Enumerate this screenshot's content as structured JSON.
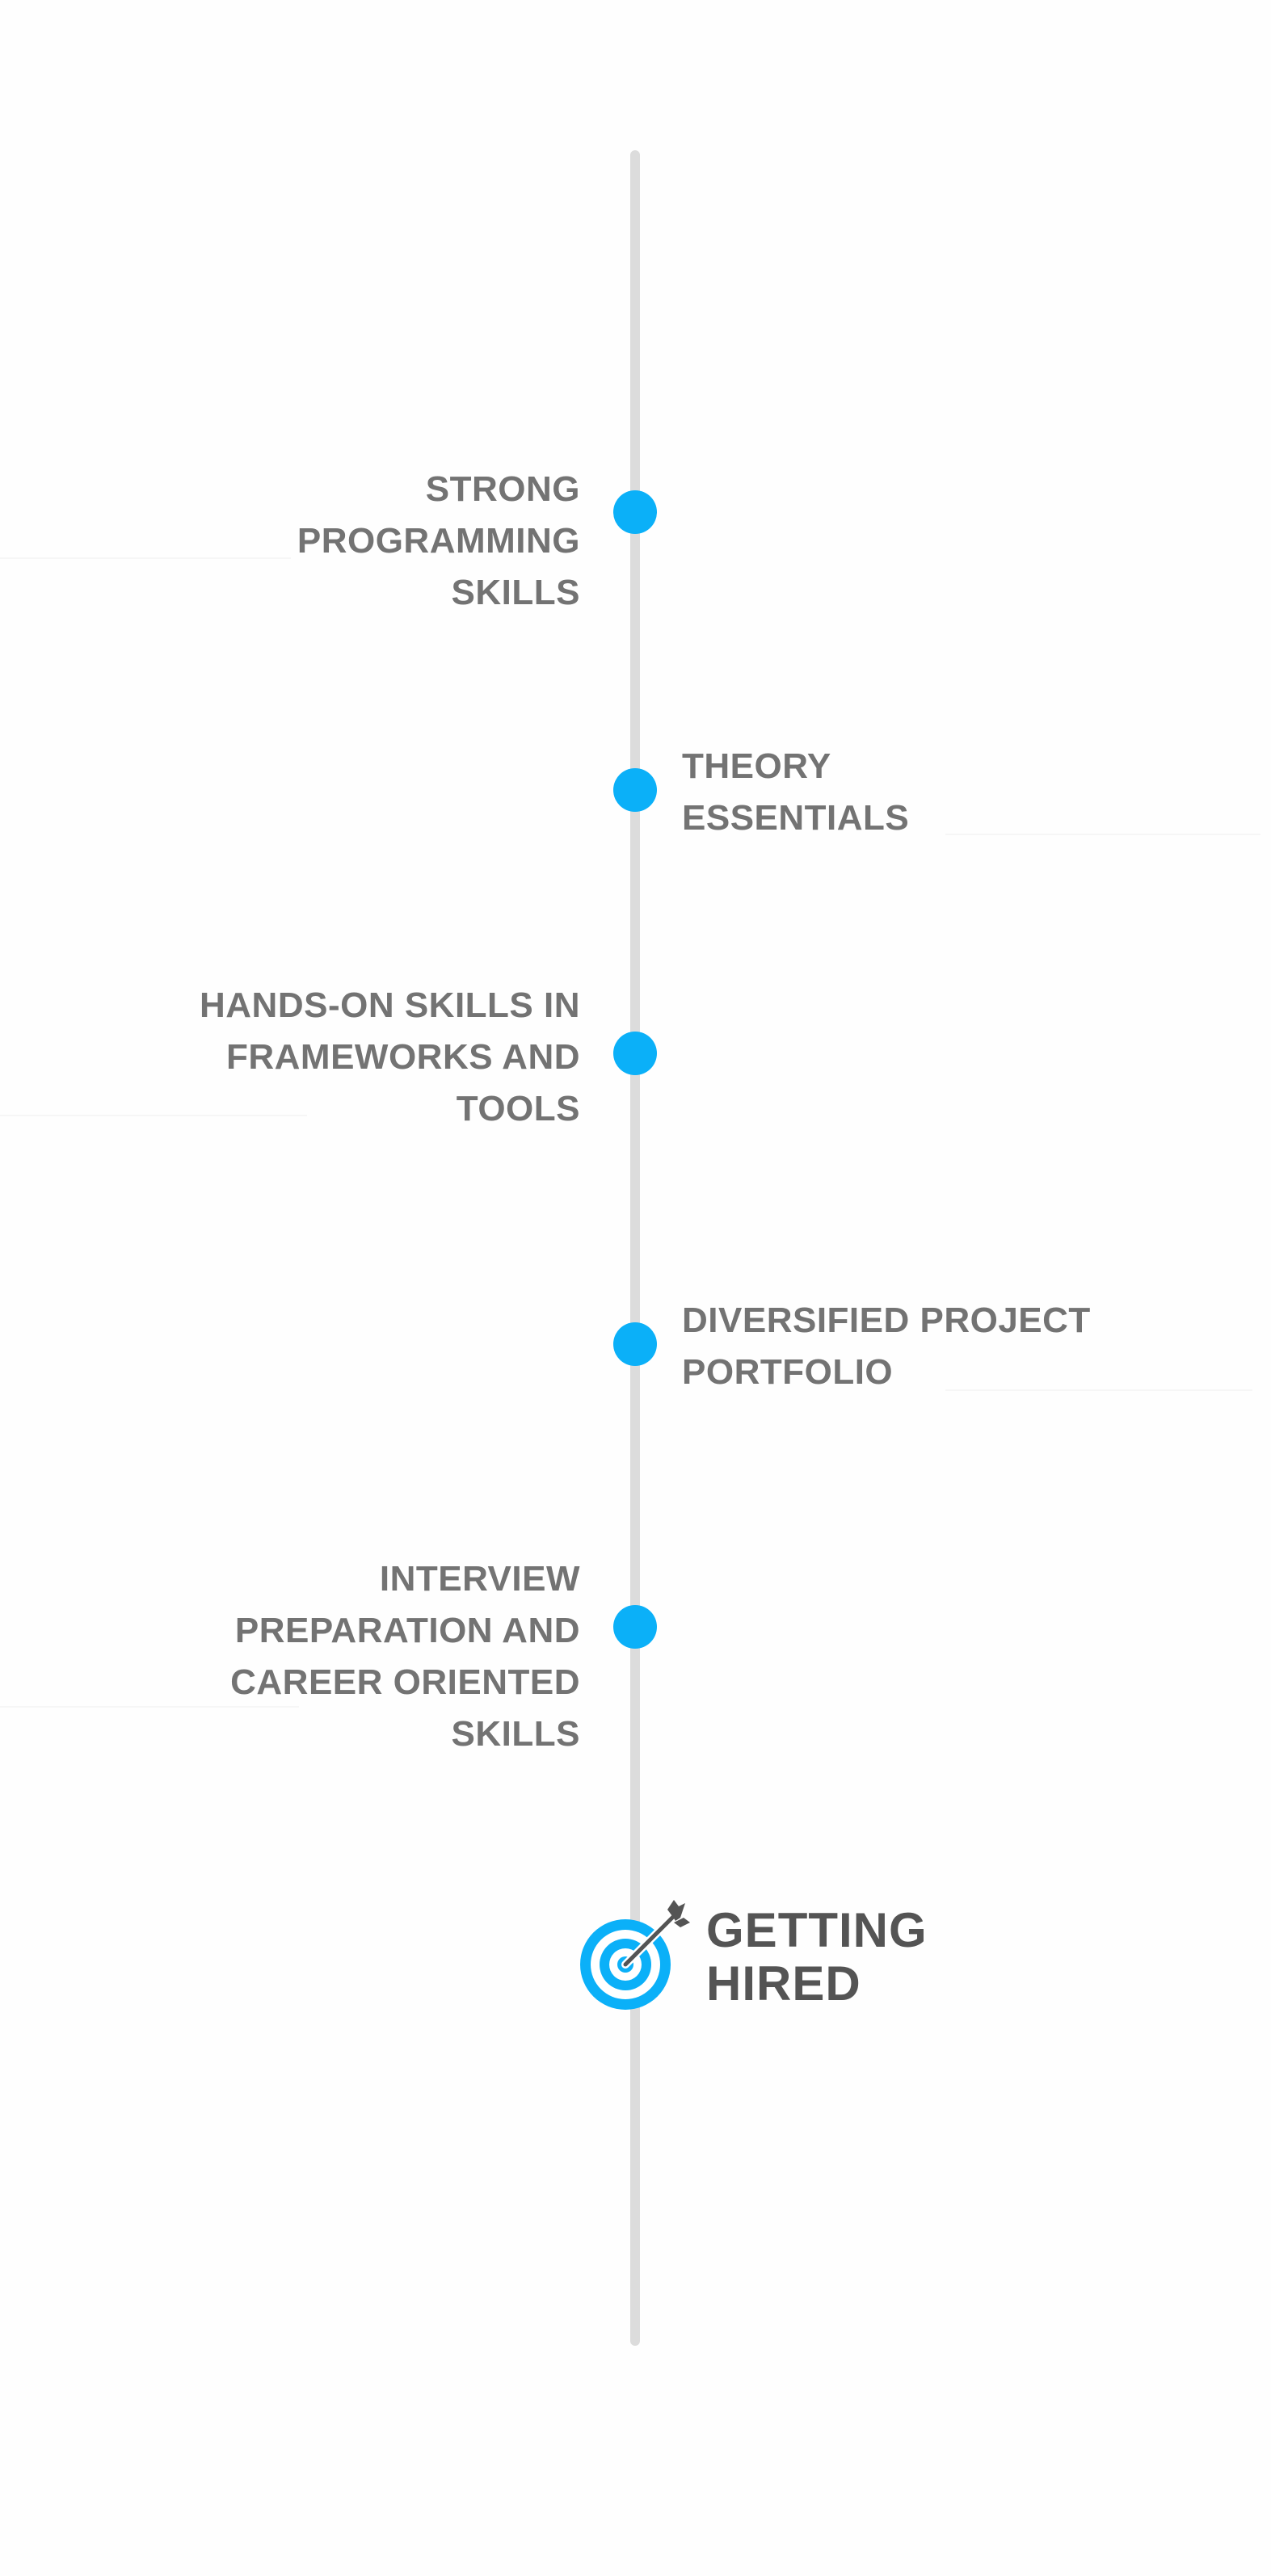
{
  "colors": {
    "accent": "#0bb0f8",
    "line": "#dcdcdc",
    "label_text": "#737373",
    "goal_text": "#545454",
    "background": "#fefefe"
  },
  "milestones": [
    {
      "lines": [
        "STRONG",
        "PROGRAMMING",
        "SKILLS"
      ],
      "side": "left"
    },
    {
      "lines": [
        "THEORY",
        "ESSENTIALS"
      ],
      "side": "right"
    },
    {
      "lines": [
        "HANDS-ON SKILLS IN",
        "FRAMEWORKS AND",
        "TOOLS"
      ],
      "side": "left"
    },
    {
      "lines": [
        "DIVERSIFIED PROJECT",
        "PORTFOLIO"
      ],
      "side": "right"
    },
    {
      "lines": [
        "INTERVIEW",
        "PREPARATION AND",
        "CAREER ORIENTED",
        "SKILLS"
      ],
      "side": "left"
    }
  ],
  "goal": {
    "lines": [
      "GETTING",
      "HIRED"
    ],
    "icon": "target-arrow-icon"
  }
}
